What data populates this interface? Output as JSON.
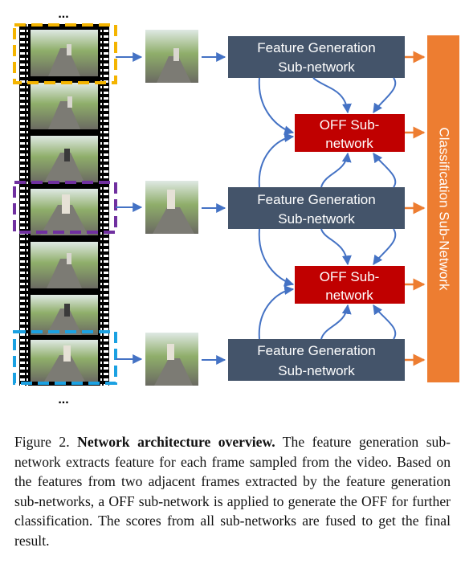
{
  "ellipsis_top": "...",
  "ellipsis_bottom": "...",
  "feature_gen": [
    {
      "line1": "Feature Generation",
      "line2": "Sub-network"
    },
    {
      "line1": "Feature Generation",
      "line2": "Sub-network"
    },
    {
      "line1": "Feature Generation",
      "line2": "Sub-network"
    }
  ],
  "off": [
    {
      "line1": "OFF Sub-",
      "line2": "network"
    },
    {
      "line1": "OFF Sub-",
      "line2": "network"
    }
  ],
  "classification": "Classification Sub-Network",
  "colors": {
    "feature_box": "#44546a",
    "off_box": "#c00000",
    "classification_box": "#ed7d31",
    "arrow_blue": "#4472c4",
    "arrow_orange": "#ed7d31",
    "dash_yellow": "#f4b400",
    "dash_purple": "#7030a0",
    "dash_cyan": "#1ba1e2"
  },
  "caption": {
    "label": "Figure 2.",
    "title": "Network architecture overview.",
    "text": "The feature generation sub-network extracts feature for each frame sampled from the video. Based on the features from two adjacent frames extracted by the feature generation sub-networks, a OFF sub-network is applied to generate the OFF for further classification. The scores from all sub-networks are fused to get the final result."
  }
}
